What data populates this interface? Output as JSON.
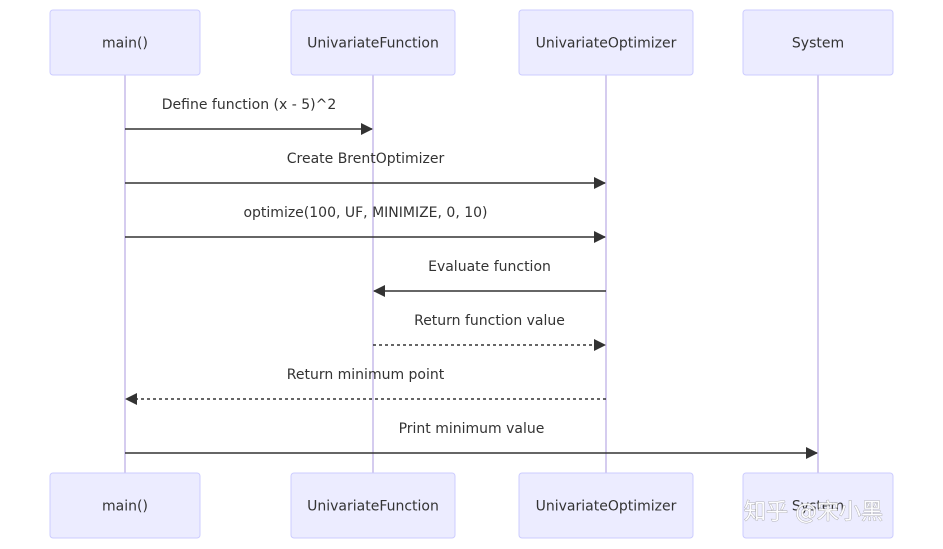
{
  "diagram": {
    "type": "sequence",
    "participants": [
      {
        "id": "main",
        "label": "main()"
      },
      {
        "id": "uf",
        "label": "UnivariateFunction"
      },
      {
        "id": "uo",
        "label": "UnivariateOptimizer"
      },
      {
        "id": "sys",
        "label": "System"
      }
    ],
    "messages": [
      {
        "from": "main",
        "to": "uf",
        "label": "Define function (x - 5)^2",
        "style": "solid"
      },
      {
        "from": "main",
        "to": "uo",
        "label": "Create BrentOptimizer",
        "style": "solid"
      },
      {
        "from": "main",
        "to": "uo",
        "label": "optimize(100, UF, MINIMIZE, 0, 10)",
        "style": "solid"
      },
      {
        "from": "uo",
        "to": "uf",
        "label": "Evaluate function",
        "style": "solid"
      },
      {
        "from": "uf",
        "to": "uo",
        "label": "Return function value",
        "style": "dotted"
      },
      {
        "from": "uo",
        "to": "main",
        "label": "Return minimum point",
        "style": "dotted"
      },
      {
        "from": "main",
        "to": "sys",
        "label": "Print minimum value",
        "style": "solid"
      }
    ]
  },
  "watermark": {
    "text": "知乎 @宋小黑"
  },
  "colors": {
    "actor_fill": "#ececff",
    "actor_border": "#ccccff",
    "lifeline": "#d5ccef",
    "line": "#333333",
    "text": "#333333"
  }
}
